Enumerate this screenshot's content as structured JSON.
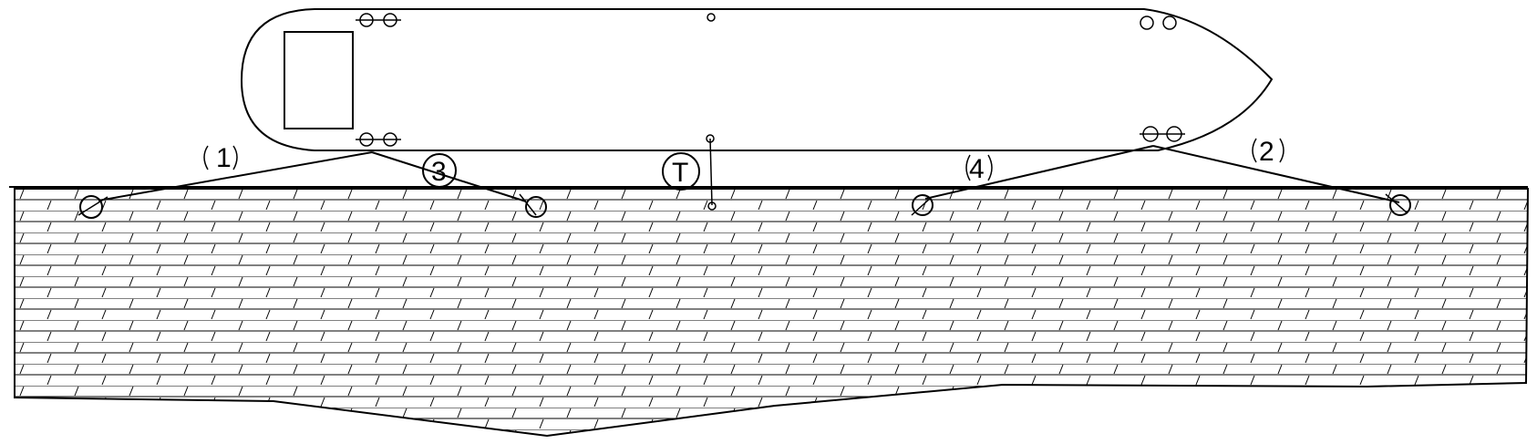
{
  "labels": {
    "line_1": "1",
    "line_2": "2",
    "line_3": "3",
    "line_4": "4",
    "marker_t": "T"
  },
  "colors": {
    "stroke": "#000000",
    "background": "#ffffff"
  }
}
